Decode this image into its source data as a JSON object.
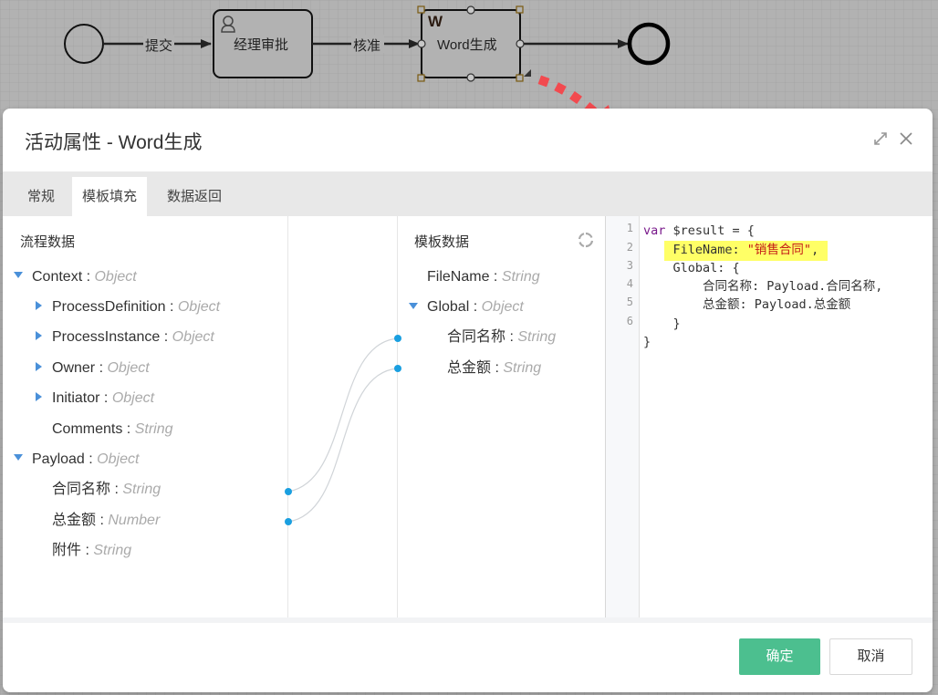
{
  "diagram": {
    "nodes": [
      {
        "id": "start",
        "type": "start-event"
      },
      {
        "id": "manager-approval",
        "type": "user-task",
        "label": "经理审批"
      },
      {
        "id": "word-gen",
        "type": "word-task",
        "label": "Word生成",
        "icon_letter": "W",
        "selected": true
      },
      {
        "id": "end",
        "type": "end-event"
      }
    ],
    "flows": [
      {
        "label": "提交"
      },
      {
        "label": "核准"
      },
      {
        "label": ""
      }
    ],
    "annotation_color": "#f24a4f"
  },
  "dialog": {
    "title": "活动属性 - Word生成",
    "tabs": [
      {
        "label": "常规",
        "active": false
      },
      {
        "label": "模板填充",
        "active": true
      },
      {
        "label": "数据返回",
        "active": false
      }
    ],
    "process_data": {
      "title": "流程数据",
      "items": [
        {
          "name": "Context",
          "type": "Object",
          "level": 0,
          "expander": "expanded"
        },
        {
          "name": "ProcessDefinition",
          "type": "Object",
          "level": 1,
          "expander": "collapsed"
        },
        {
          "name": "ProcessInstance",
          "type": "Object",
          "level": 1,
          "expander": "collapsed"
        },
        {
          "name": "Owner",
          "type": "Object",
          "level": 1,
          "expander": "collapsed"
        },
        {
          "name": "Initiator",
          "type": "Object",
          "level": 1,
          "expander": "collapsed"
        },
        {
          "name": "Comments",
          "type": "String",
          "level": 1,
          "expander": "none"
        },
        {
          "name": "Payload",
          "type": "Object",
          "level": 0,
          "expander": "expanded"
        },
        {
          "name": "合同名称",
          "type": "String",
          "level": 1,
          "expander": "none"
        },
        {
          "name": "总金额",
          "type": "Number",
          "level": 1,
          "expander": "none"
        },
        {
          "name": "附件",
          "type": "String",
          "level": 1,
          "expander": "none"
        }
      ]
    },
    "template_data": {
      "title": "模板数据",
      "items": [
        {
          "name": "FileName",
          "type": "String",
          "level": 1,
          "expander": "none"
        },
        {
          "name": "Global",
          "type": "Object",
          "level": 1,
          "expander": "expanded"
        },
        {
          "name": "合同名称",
          "type": "String",
          "level": 2,
          "expander": "none"
        },
        {
          "name": "总金额",
          "type": "String",
          "level": 2,
          "expander": "none"
        }
      ]
    },
    "mappings": [
      {
        "from": "Payload.合同名称",
        "to": "Global.合同名称"
      },
      {
        "from": "Payload.总金额",
        "to": "Global.总金额"
      }
    ],
    "code": {
      "line_numbers": [
        "1",
        "2",
        "3",
        "4",
        "5",
        "6"
      ],
      "lines": [
        {
          "kw": "var",
          "text": " $result = {"
        },
        {
          "indent": "    ",
          "key": "FileName: ",
          "str": "\"销售合同\"",
          "after": ",",
          "highlight": true
        },
        {
          "text": "    Global: {"
        },
        {
          "text": "        合同名称: Payload.合同名称,"
        },
        {
          "text": "        总金额: Payload.总金额"
        },
        {
          "text": "    }"
        },
        {
          "text": "}"
        }
      ]
    },
    "buttons": {
      "ok": "确定",
      "cancel": "取消"
    },
    "colors": {
      "accent": "#4cbf8f",
      "caret": "#4a90d9",
      "link_dot": "#1a9fe0",
      "highlight": "#ffff66"
    }
  }
}
